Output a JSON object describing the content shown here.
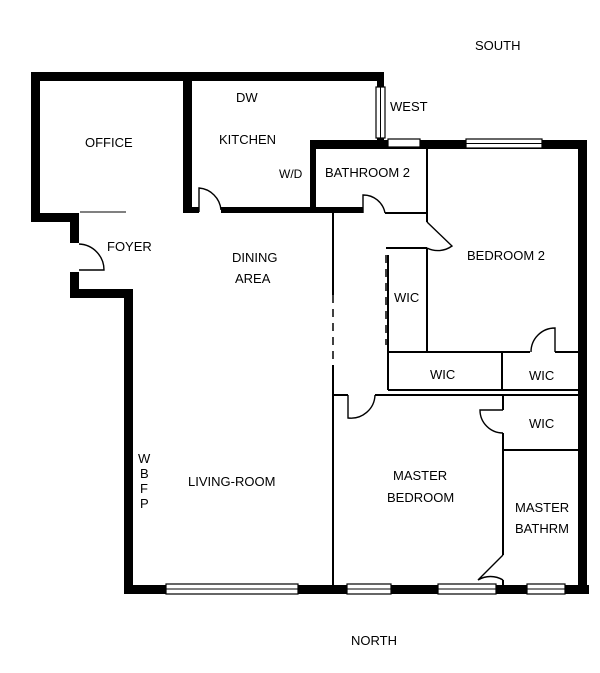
{
  "compass": {
    "south": "SOUTH",
    "west": "WEST",
    "north": "NORTH"
  },
  "rooms": {
    "office": "OFFICE",
    "kitchen": "KITCHEN",
    "dw": "DW",
    "wd": "W/D",
    "bathroom2": "BATHROOM 2",
    "foyer": "FOYER",
    "dining_line1": "DINING",
    "dining_line2": "AREA",
    "bedroom2": "BEDROOM 2",
    "wic_hall": "WIC",
    "wic_mid": "WIC",
    "wic_right_top": "WIC",
    "wic_right_bottom": "WIC",
    "living": "LIVING-ROOM",
    "wbfp": [
      "W",
      "B",
      "F",
      "P"
    ],
    "master_bed_line1": "MASTER",
    "master_bed_line2": "BEDROOM",
    "master_bath_line1": "MASTER",
    "master_bath_line2": "BATHRM"
  }
}
